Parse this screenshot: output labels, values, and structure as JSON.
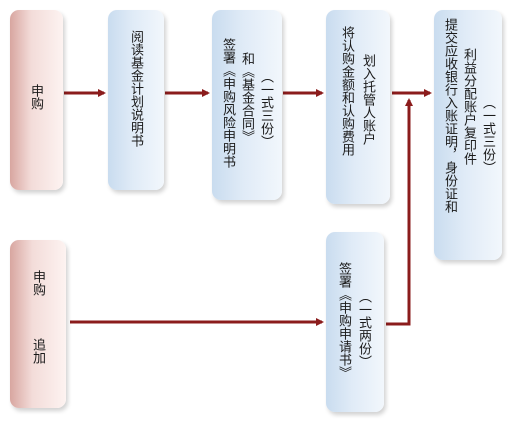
{
  "boxes": {
    "purchase": {
      "line1": "申购"
    },
    "read_plan": {
      "line1": "阅读基金计划说明书"
    },
    "sign": {
      "line1": "签署《申购风险申明书",
      "line2": "和《基金合同》",
      "line3": "（一式三份）"
    },
    "transfer": {
      "line1": "将认购金额和认购费用",
      "line2": "划入托管人账户"
    },
    "submit": {
      "line1": "提交应收银行入账证明，身份证和",
      "line2": "利益分配账户复印件",
      "line3": "（一式三份）"
    },
    "additional": {
      "line1": "申购",
      "line2": "追加"
    },
    "sign_request": {
      "line1": "签署《申购申请书》",
      "line2": "（一式两份）"
    }
  },
  "colors": {
    "arrow": "#8b1c1c",
    "pink_box": "#f3dcd9",
    "blue_box": "#e0ebf7"
  }
}
